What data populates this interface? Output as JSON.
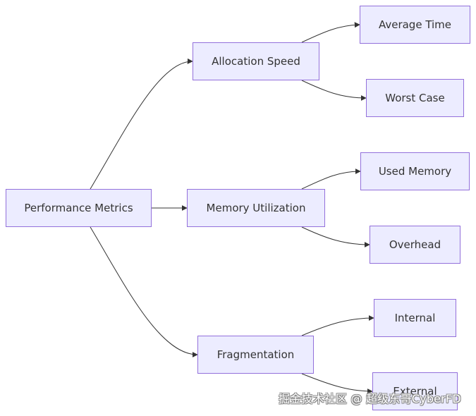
{
  "diagram": {
    "nodes": {
      "root": "Performance Metrics",
      "allocation_speed": "Allocation Speed",
      "memory_utilization": "Memory Utilization",
      "fragmentation": "Fragmentation",
      "average_time": "Average Time",
      "worst_case": "Worst Case",
      "used_memory": "Used Memory",
      "overhead": "Overhead",
      "internal": "Internal",
      "external": "External"
    },
    "edges": [
      {
        "from": "Performance Metrics",
        "to": "Allocation Speed"
      },
      {
        "from": "Performance Metrics",
        "to": "Memory Utilization"
      },
      {
        "from": "Performance Metrics",
        "to": "Fragmentation"
      },
      {
        "from": "Allocation Speed",
        "to": "Average Time"
      },
      {
        "from": "Allocation Speed",
        "to": "Worst Case"
      },
      {
        "from": "Memory Utilization",
        "to": "Used Memory"
      },
      {
        "from": "Memory Utilization",
        "to": "Overhead"
      },
      {
        "from": "Fragmentation",
        "to": "Internal"
      },
      {
        "from": "Fragmentation",
        "to": "External"
      }
    ],
    "colors": {
      "node_fill": "#ECECFF",
      "node_border": "#9370DB",
      "edge": "#333333",
      "text": "#333333"
    }
  },
  "watermark": "掘金技术社区 @ 超级东哥CyberFD"
}
